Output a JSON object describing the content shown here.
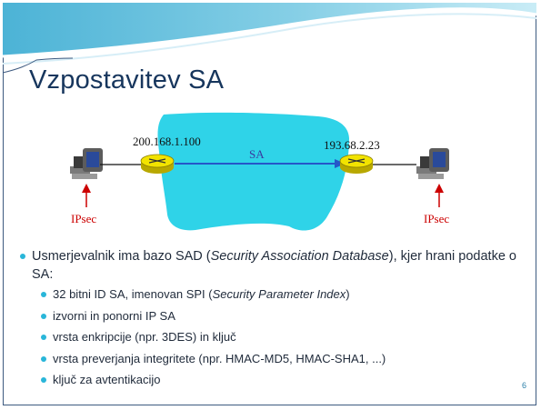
{
  "slide": {
    "title": "Vzpostavitev SA",
    "page_number": "6"
  },
  "diagram": {
    "left_router_ip": "200.168.1.100",
    "right_router_ip": "193.68.2.23",
    "sa_label": "SA",
    "left_ipsec_label": "IPsec",
    "right_ipsec_label": "IPsec",
    "colors": {
      "cloud": "#2fd3e8",
      "sa_link": "#2557c9",
      "ipsec_label": "#cc0000",
      "router": "#f2e300"
    }
  },
  "bullets": {
    "main": {
      "pre": "Usmerjevalnik ima bazo SAD (",
      "emph": "Security Association Database",
      "post": "), kjer hrani podatke o SA:"
    },
    "items": [
      {
        "pre": "32 bitni ID SA, imenovan SPI (",
        "emph": "Security Parameter Index",
        "post": ")"
      },
      {
        "text": "izvorni in ponorni IP SA"
      },
      {
        "text": "vrsta enkripcije (npr. 3DES) in ključ"
      },
      {
        "text": "vrsta preverjanja integritete (npr. HMAC-MD5, HMAC-SHA1, ...)"
      },
      {
        "text": "ključ za avtentikacijo"
      }
    ]
  }
}
